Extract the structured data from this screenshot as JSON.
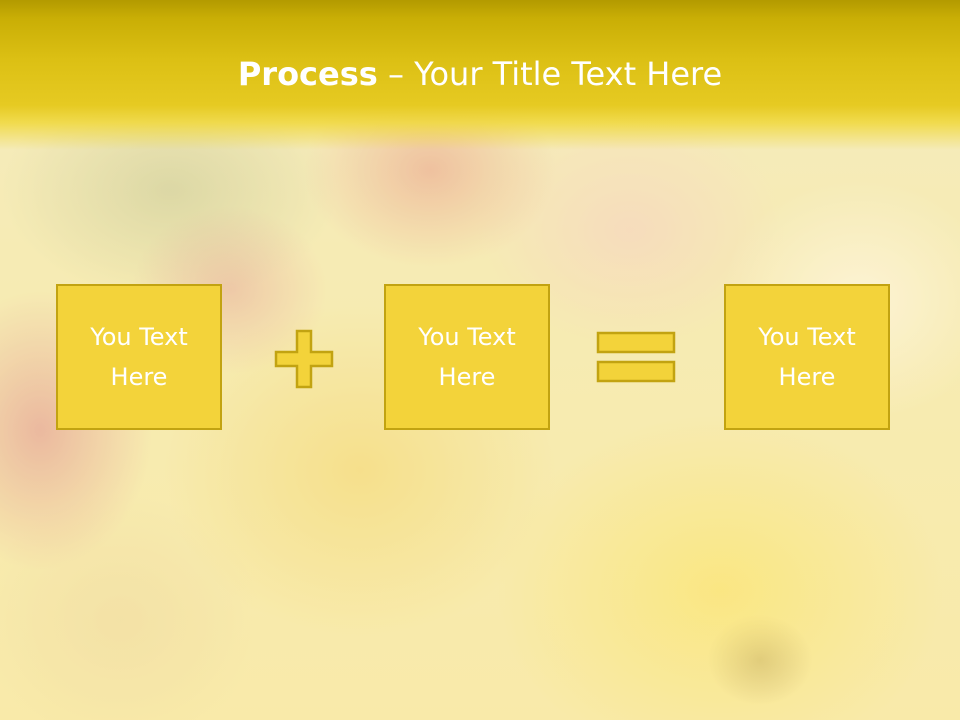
{
  "slide": {
    "title_bold": "Process",
    "title_rest": " – Your Title Text Here",
    "boxes": [
      {
        "text": "You Text Here"
      },
      {
        "text": "You Text Here"
      },
      {
        "text": "You Text Here"
      }
    ],
    "operators": [
      "plus-icon",
      "equals-icon"
    ],
    "colors": {
      "title_bar": "#dcc014",
      "box_fill": "#f3d33a",
      "box_border": "#c2a311",
      "text": "#ffffff"
    }
  }
}
